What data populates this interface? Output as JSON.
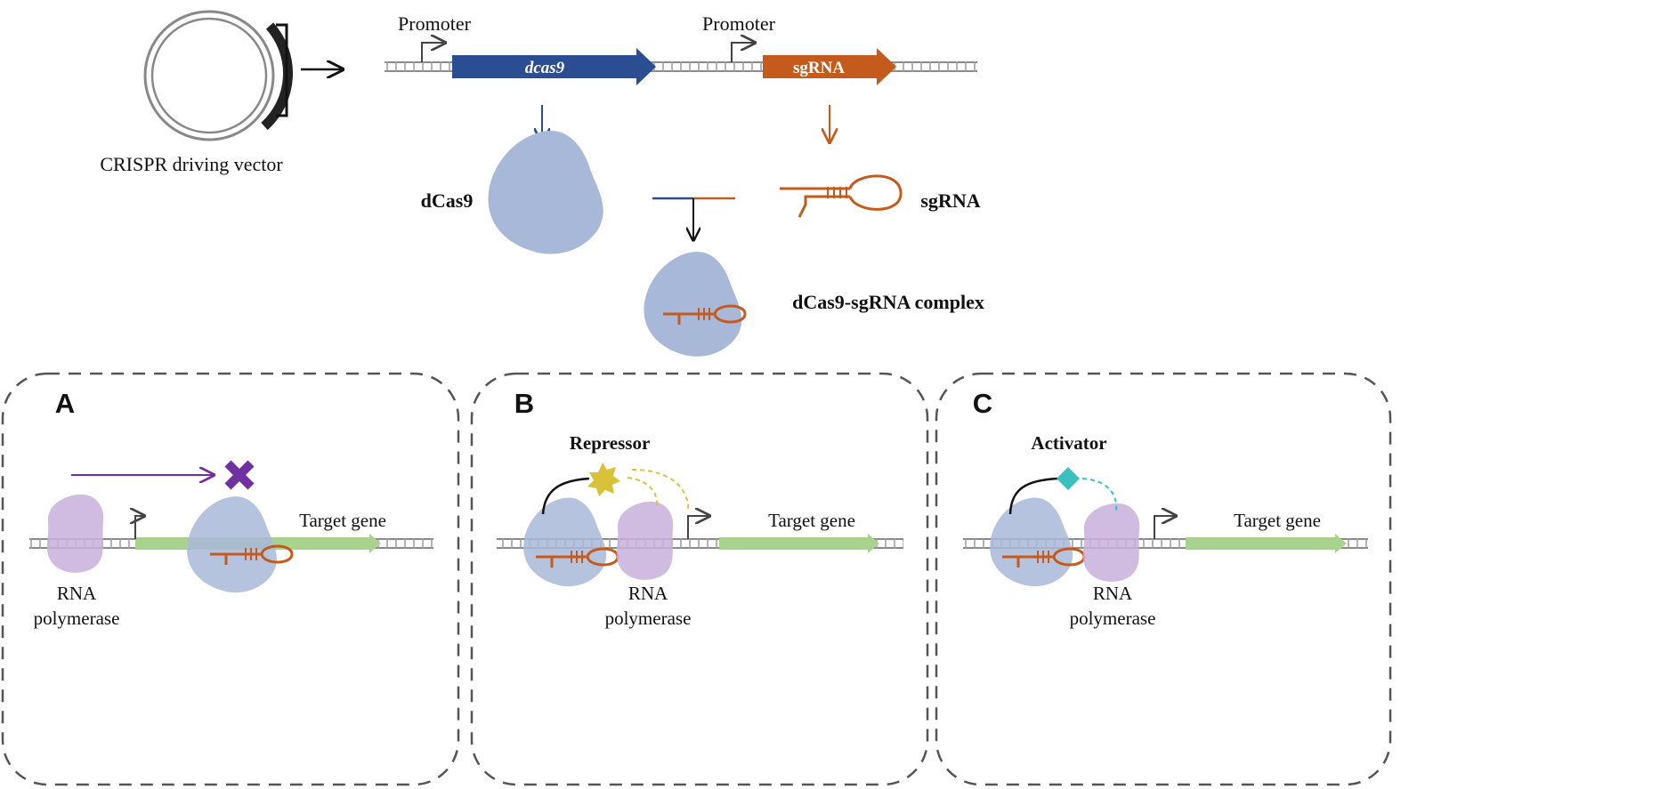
{
  "top": {
    "vector_label": "CRISPR driving vector",
    "promoter_label_1": "Promoter",
    "promoter_label_2": "Promoter",
    "dcas9_gene_label": "dcas9",
    "sgrna_gene_label": "sgRNA",
    "dcas9_protein_label": "dCas9",
    "sgrna_label": "sgRNA",
    "complex_label": "dCas9-sgRNA complex"
  },
  "panels": {
    "a": {
      "letter": "A",
      "target_label": "Target gene",
      "rnap_line1": "RNA",
      "rnap_line2": "polymerase"
    },
    "b": {
      "letter": "B",
      "effector_label": "Repressor",
      "target_label": "Target gene",
      "rnap_line1": "RNA",
      "rnap_line2": "polymerase"
    },
    "c": {
      "letter": "C",
      "effector_label": "Activator",
      "target_label": "Target gene",
      "rnap_line1": "RNA",
      "rnap_line2": "polymerase"
    }
  },
  "colors": {
    "dcas9_blue": "#2b4e92",
    "sgrna_orange": "#c55a1d",
    "protein_blue": "#a8b8d8",
    "rnap_purple": "#c9b0dc",
    "target_green": "#a9d28f",
    "block_purple": "#7030a0",
    "repressor_yellow": "#d8c23a",
    "activator_teal": "#3cbfbf",
    "panel_border": "#555555"
  }
}
